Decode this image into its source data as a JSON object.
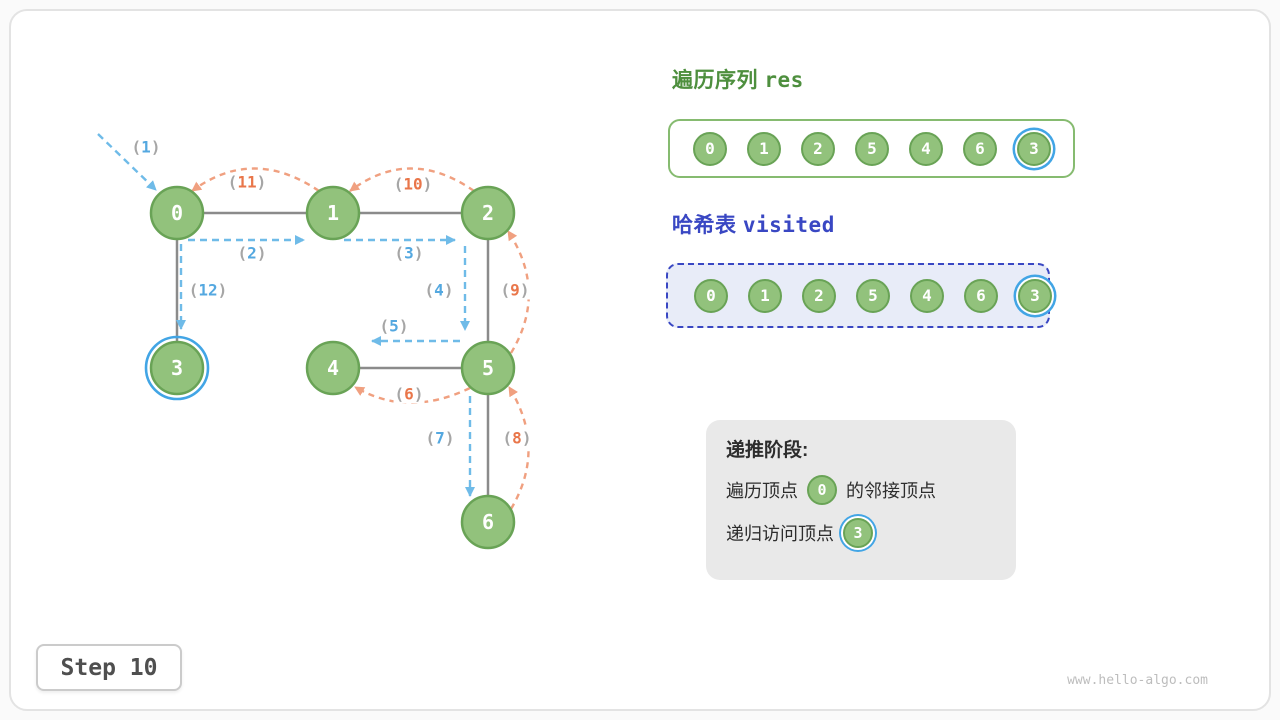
{
  "colors": {
    "node_green": "#92c27c",
    "highlight_blue": "#42a5e5",
    "visit_blue": "#6fbbe8",
    "backtrack_orange": "#f0a080",
    "label_blue": "#54a8e0",
    "label_orange": "#e9764a",
    "res_green": "#4e8f3e",
    "visited_blue": "#3947c3"
  },
  "graph": {
    "nodes": [
      {
        "label": "0"
      },
      {
        "label": "1"
      },
      {
        "label": "2"
      },
      {
        "label": "3"
      },
      {
        "label": "4"
      },
      {
        "label": "5"
      },
      {
        "label": "6"
      }
    ],
    "highlighted_node": "3",
    "punct": {
      "open": "(",
      "close": ")"
    },
    "step_labels": [
      {
        "num": "1",
        "color": "blue"
      },
      {
        "num": "2",
        "color": "blue"
      },
      {
        "num": "3",
        "color": "blue"
      },
      {
        "num": "4",
        "color": "blue"
      },
      {
        "num": "5",
        "color": "blue"
      },
      {
        "num": "6",
        "color": "orange"
      },
      {
        "num": "7",
        "color": "blue"
      },
      {
        "num": "8",
        "color": "orange"
      },
      {
        "num": "9",
        "color": "orange"
      },
      {
        "num": "10",
        "color": "orange"
      },
      {
        "num": "11",
        "color": "orange"
      },
      {
        "num": "12",
        "color": "blue"
      }
    ]
  },
  "res_panel": {
    "title_cn": "遍历序列",
    "title_code": "res",
    "values": [
      "0",
      "1",
      "2",
      "5",
      "4",
      "6",
      "3"
    ],
    "highlight_index": 6
  },
  "visited_panel": {
    "title_cn": "哈希表",
    "title_code": "visited",
    "values": [
      "0",
      "1",
      "2",
      "5",
      "4",
      "6",
      "3"
    ],
    "highlight_index": 6
  },
  "info_box": {
    "title": "递推阶段:",
    "line1_pre": "遍历顶点",
    "line1_node": "0",
    "line1_post": "的邻接顶点",
    "line2_pre": "递归访问顶点",
    "line2_node": "3"
  },
  "footer": {
    "step_label": "Step 10",
    "watermark": "www.hello-algo.com"
  }
}
